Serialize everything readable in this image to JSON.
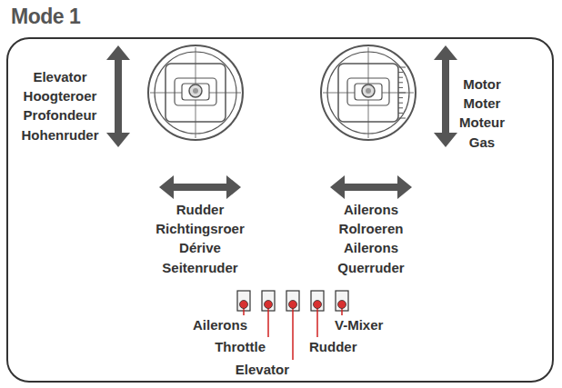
{
  "diagram": {
    "title": "Mode 1",
    "labels": [
      "Elevator",
      "Hoogteroer",
      "Profondeur",
      "Hohenruder",
      "Motor",
      "Moter",
      "Moteur",
      "Gas",
      "Rudder",
      "Richtingsroer",
      "Dérive",
      "Seitenruder",
      "Ailerons",
      "Rolroeren",
      "Ailerons",
      "Querruder",
      "Ailerons",
      "Throttle",
      "Elevator",
      "Rudder",
      "V-Mixer"
    ]
  }
}
